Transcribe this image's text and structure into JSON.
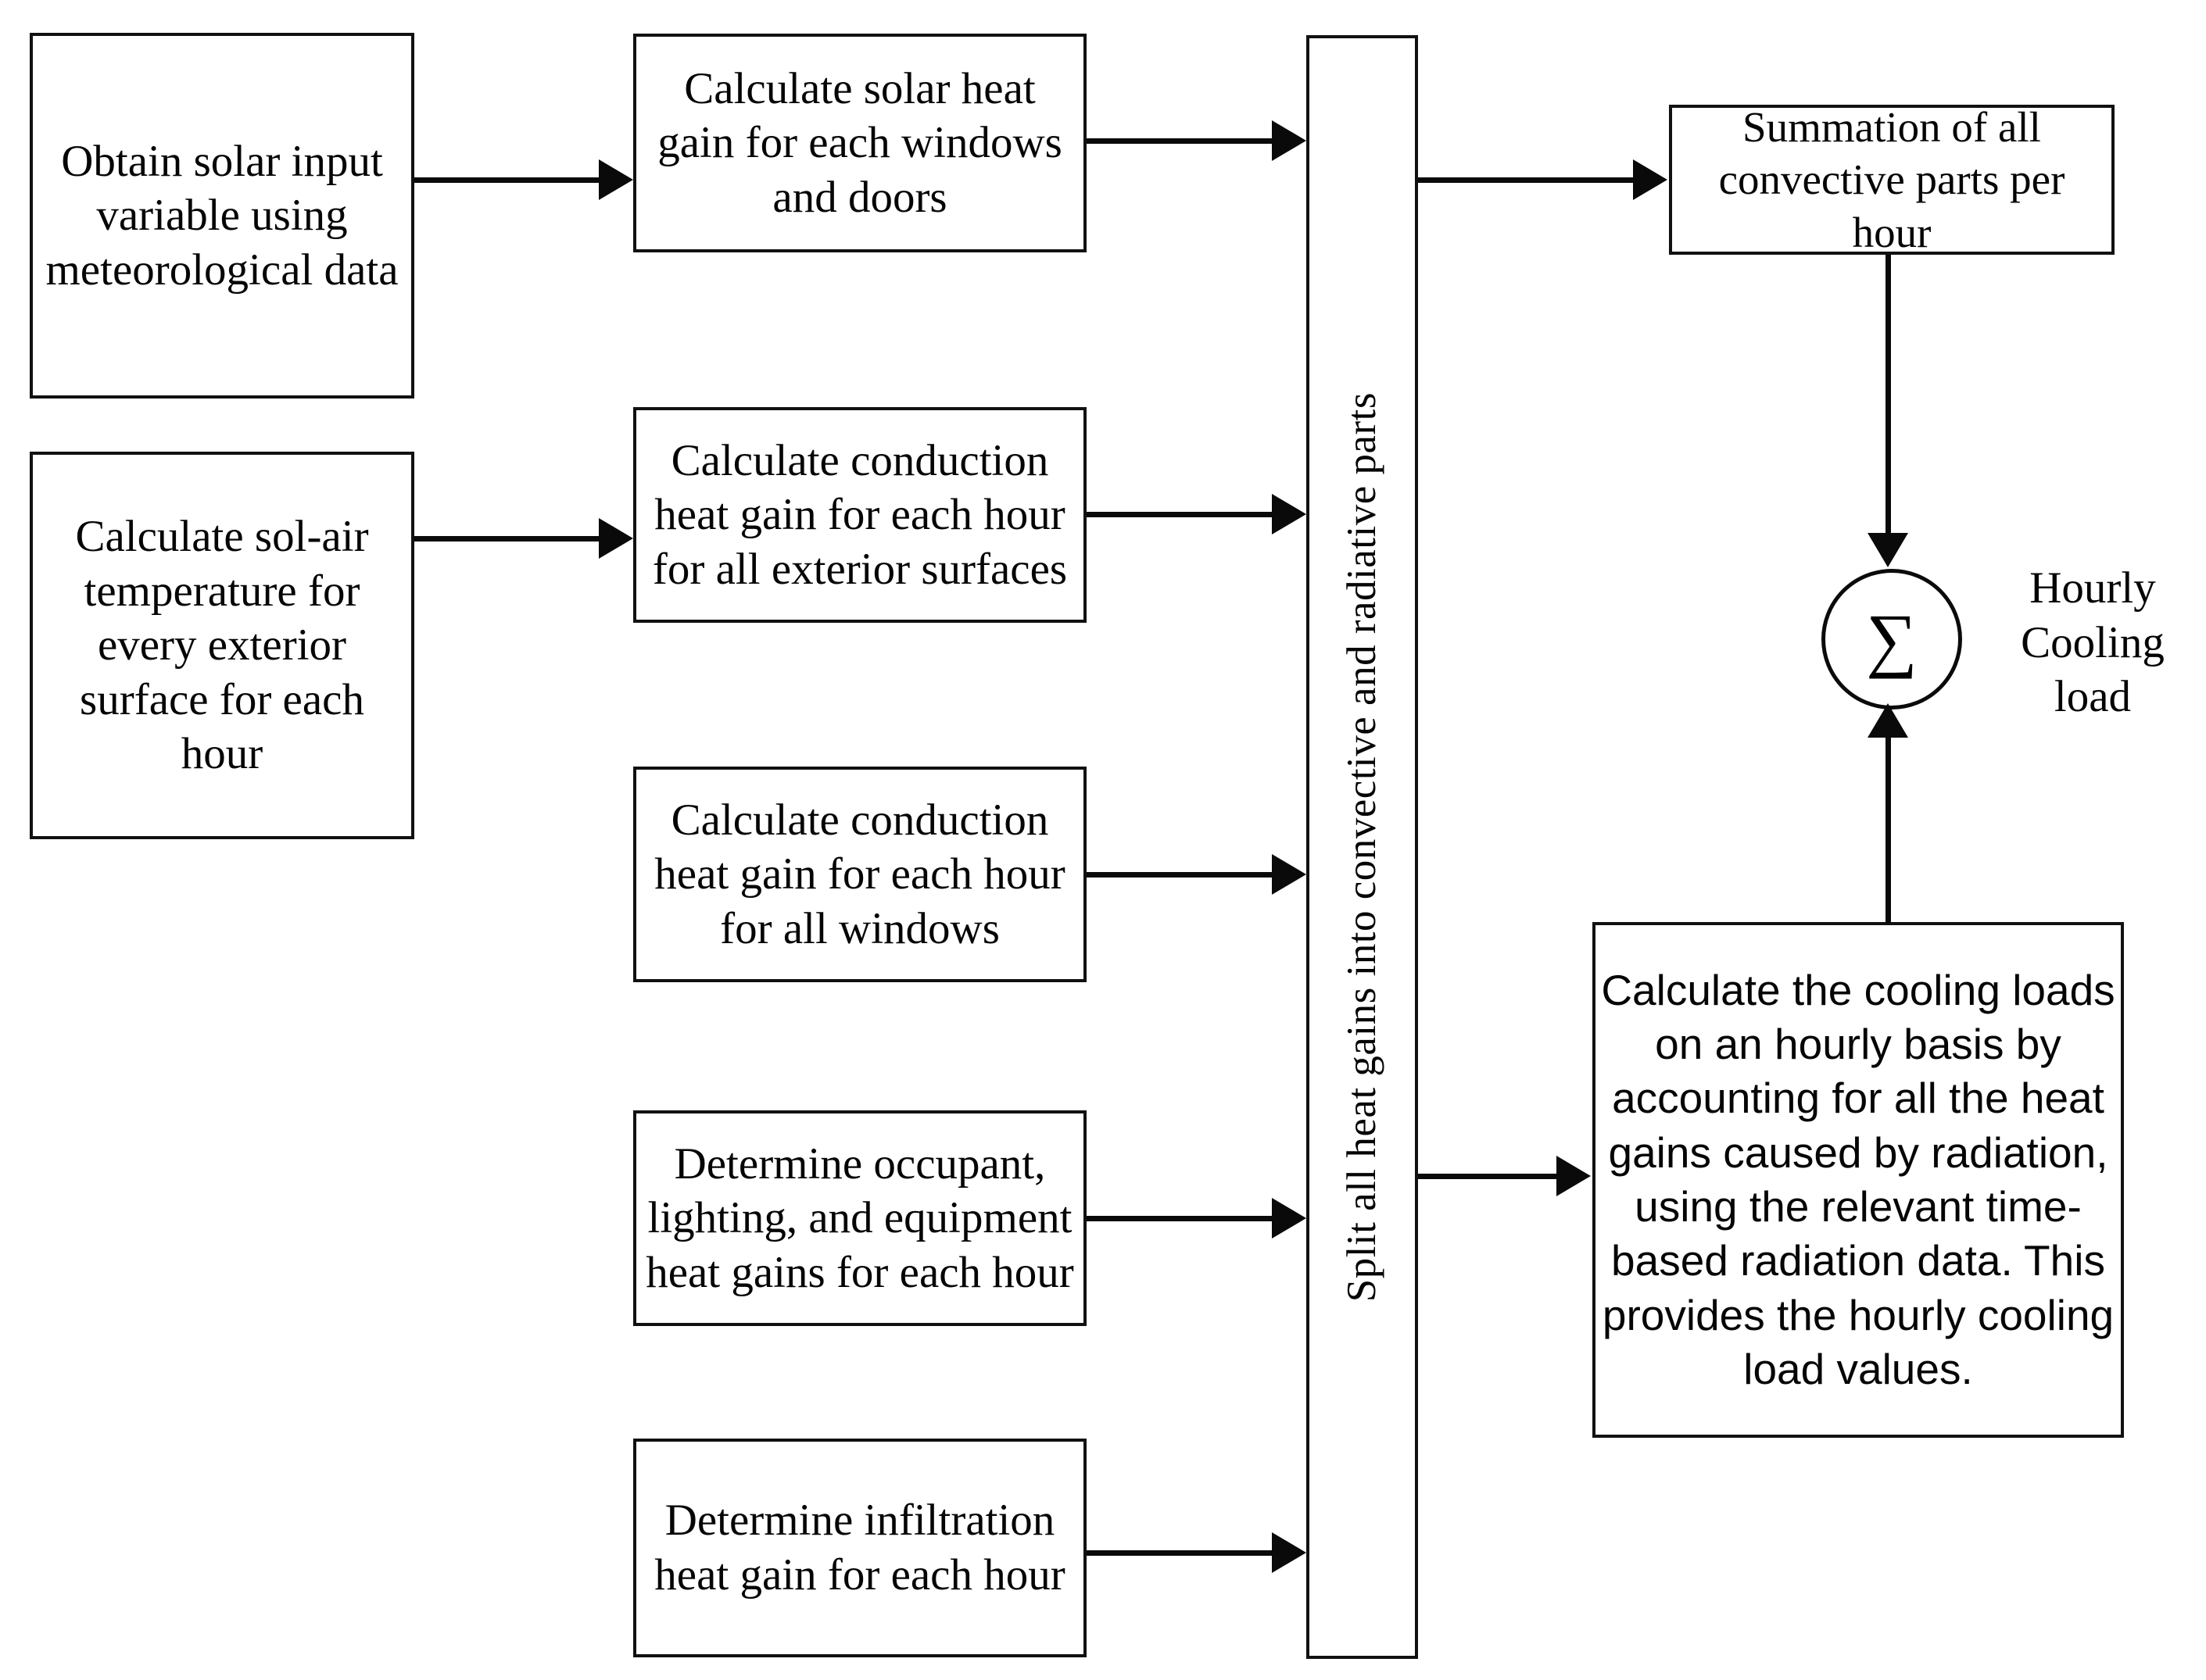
{
  "diagram": {
    "title": "Hourly cooling load calculation flowchart",
    "background_color": "#ffffff",
    "line_color": "#0a0a0a",
    "text_color": "#050505"
  },
  "nodes": {
    "solar_input": "Obtain solar input variable using meteorological  data",
    "solair_temp": "Calculate sol-air temperature for every exterior surface for each hour",
    "solar_gain": "Calculate solar heat gain for each windows and doors",
    "conduction_exterior": "Calculate conduction heat gain for each hour for all exterior surfaces",
    "conduction_windows": "Calculate conduction heat gain for each hour for all windows",
    "internal_gains": "Determine occupant, lighting, and equipment heat gains for each hour",
    "infiltration": "Determine infiltration heat gain for each hour",
    "split_bar": "Split all heat gains into convective and radiative parts",
    "convective_sum": "Summation of all convective parts per hour",
    "radiative_calc": "Calculate the cooling loads on an hourly basis by accounting for all the heat gains caused by radiation, using the relevant time-based radiation data. This provides the hourly cooling load values.",
    "sum_symbol": "∑",
    "hourly_cooling_label": "Hourly Cooling load"
  },
  "edges": [
    {
      "id": "solar-input-to-solar-gain",
      "from": "solar_input",
      "to": "solar_gain",
      "direction": "right"
    },
    {
      "id": "solair-temp-to-conduction-exterior",
      "from": "solair_temp",
      "to": "conduction_exterior",
      "direction": "right"
    },
    {
      "id": "solar-gain-to-split",
      "from": "solar_gain",
      "to": "split_bar",
      "direction": "right"
    },
    {
      "id": "conduction-exterior-to-split",
      "from": "conduction_exterior",
      "to": "split_bar",
      "direction": "right"
    },
    {
      "id": "conduction-windows-to-split",
      "from": "conduction_windows",
      "to": "split_bar",
      "direction": "right"
    },
    {
      "id": "internal-gains-to-split",
      "from": "internal_gains",
      "to": "split_bar",
      "direction": "right"
    },
    {
      "id": "infiltration-to-split",
      "from": "infiltration",
      "to": "split_bar",
      "direction": "right"
    },
    {
      "id": "split-to-convective-sum",
      "from": "split_bar",
      "to": "convective_sum",
      "direction": "right"
    },
    {
      "id": "split-to-radiative-calc",
      "from": "split_bar",
      "to": "radiative_calc",
      "direction": "right"
    },
    {
      "id": "convective-sum-to-circle",
      "from": "convective_sum",
      "to": "sum_symbol",
      "direction": "down"
    },
    {
      "id": "radiative-calc-to-circle",
      "from": "radiative_calc",
      "to": "sum_symbol",
      "direction": "up"
    }
  ]
}
